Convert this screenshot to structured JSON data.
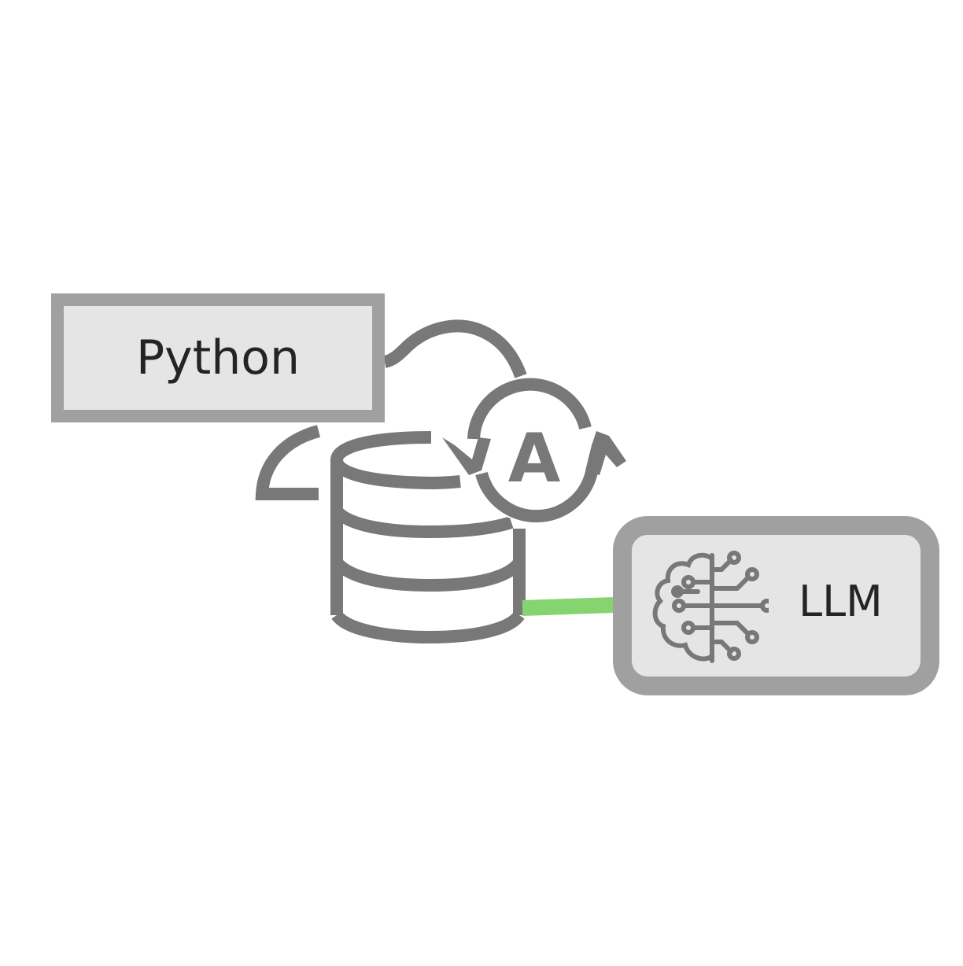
{
  "nodes": {
    "python": {
      "label": "Python"
    },
    "llm": {
      "label": "LLM"
    },
    "automation_badge": {
      "letter": "A"
    }
  },
  "icons": {
    "cloud": "cloud-icon",
    "database": "database-icon",
    "automation": "automation-cycle-icon",
    "brain": "ai-brain-icon"
  },
  "colors": {
    "icon_stroke": "#787878",
    "box_border": "#a0a0a0",
    "box_fill": "#e5e5e5",
    "connector": "#86d46f",
    "text": "#242424"
  }
}
